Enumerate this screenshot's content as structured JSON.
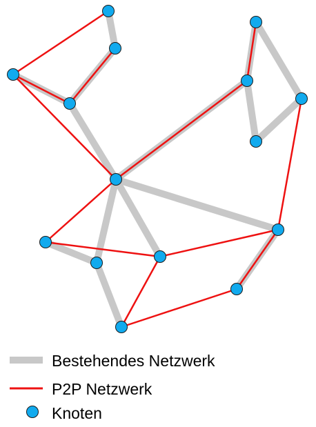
{
  "colors": {
    "existing_network": "#c8c8c8",
    "p2p_network": "#ee1111",
    "node_fill": "#11aaee",
    "node_stroke": "#1a1a1a",
    "background": "#ffffff"
  },
  "legend": {
    "existing_network": "Bestehendes Netzwerk",
    "p2p_network": "P2P Netzwerk",
    "node": "Knoten"
  },
  "graph": {
    "nodes": [
      "n1",
      "n2",
      "n3",
      "n4",
      "n5",
      "n6",
      "n7",
      "n8",
      "n9",
      "n10",
      "n11",
      "n12",
      "n13",
      "n14",
      "n15"
    ],
    "existing_edges": [
      [
        "n1",
        "n2"
      ],
      [
        "n2",
        "n4"
      ],
      [
        "n3",
        "n4"
      ],
      [
        "n4",
        "n8"
      ],
      [
        "n5",
        "n6"
      ],
      [
        "n6",
        "n9"
      ],
      [
        "n7",
        "n9"
      ],
      [
        "n5",
        "n7"
      ],
      [
        "n8",
        "n6"
      ],
      [
        "n8",
        "n10"
      ],
      [
        "n8",
        "n12"
      ],
      [
        "n8",
        "n13"
      ],
      [
        "n11",
        "n12"
      ],
      [
        "n12",
        "n14"
      ],
      [
        "n10",
        "n15"
      ]
    ],
    "p2p_edges": [
      [
        "n1",
        "n3"
      ],
      [
        "n2",
        "n4"
      ],
      [
        "n3",
        "n4"
      ],
      [
        "n3",
        "n8"
      ],
      [
        "n5",
        "n6"
      ],
      [
        "n6",
        "n8"
      ],
      [
        "n7",
        "n10"
      ],
      [
        "n8",
        "n11"
      ],
      [
        "n11",
        "n13"
      ],
      [
        "n13",
        "n10"
      ],
      [
        "n13",
        "n14"
      ],
      [
        "n14",
        "n15"
      ],
      [
        "n15",
        "n10"
      ]
    ]
  }
}
